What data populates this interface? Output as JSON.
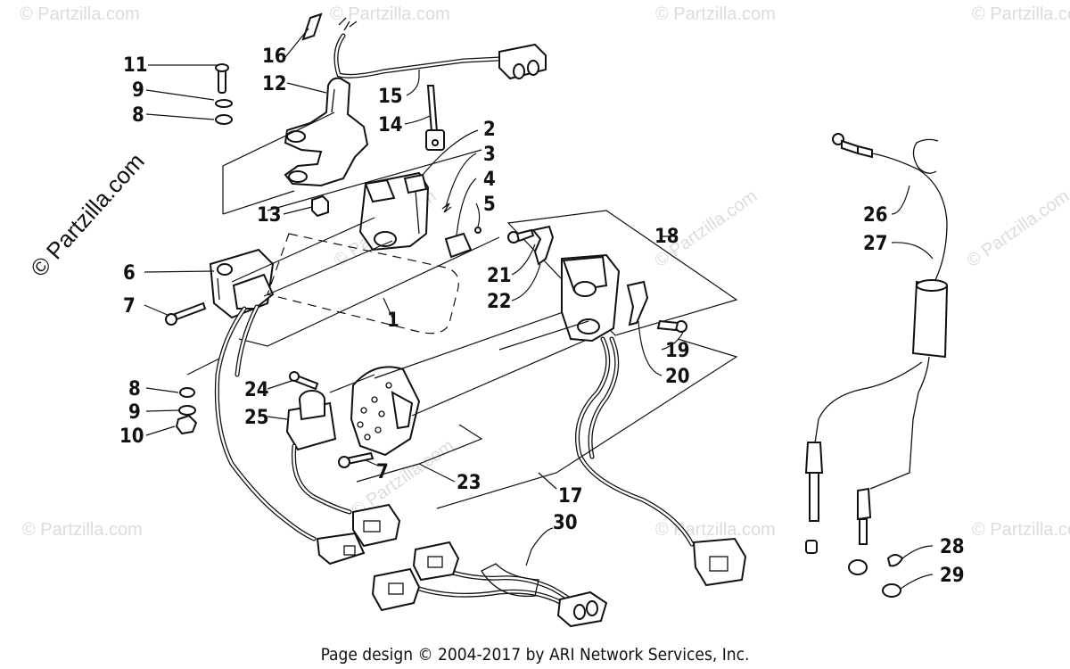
{
  "watermark": {
    "side_text": "© Partzilla.com",
    "tile_text": "© Partzilla.com"
  },
  "callouts": [
    {
      "id": "c11",
      "label": "11"
    },
    {
      "id": "c9a",
      "label": "9"
    },
    {
      "id": "c8a",
      "label": "8"
    },
    {
      "id": "c16",
      "label": "16"
    },
    {
      "id": "c12",
      "label": "12"
    },
    {
      "id": "c15",
      "label": "15"
    },
    {
      "id": "c14",
      "label": "14"
    },
    {
      "id": "c2",
      "label": "2"
    },
    {
      "id": "c3",
      "label": "3"
    },
    {
      "id": "c4",
      "label": "4"
    },
    {
      "id": "c5",
      "label": "5"
    },
    {
      "id": "c13",
      "label": "13"
    },
    {
      "id": "c6",
      "label": "6"
    },
    {
      "id": "c7a",
      "label": "7"
    },
    {
      "id": "c1",
      "label": "1"
    },
    {
      "id": "c18",
      "label": "18"
    },
    {
      "id": "c21",
      "label": "21"
    },
    {
      "id": "c22",
      "label": "22"
    },
    {
      "id": "c19",
      "label": "19"
    },
    {
      "id": "c20",
      "label": "20"
    },
    {
      "id": "c24",
      "label": "24"
    },
    {
      "id": "c25",
      "label": "25"
    },
    {
      "id": "c8b",
      "label": "8"
    },
    {
      "id": "c9b",
      "label": "9"
    },
    {
      "id": "c10",
      "label": "10"
    },
    {
      "id": "c7b",
      "label": "7"
    },
    {
      "id": "c23",
      "label": "23"
    },
    {
      "id": "c17",
      "label": "17"
    },
    {
      "id": "c30",
      "label": "30"
    },
    {
      "id": "c26",
      "label": "26"
    },
    {
      "id": "c27",
      "label": "27"
    },
    {
      "id": "c28",
      "label": "28"
    },
    {
      "id": "c29",
      "label": "29"
    }
  ],
  "footer": {
    "text": "Page design © 2004-2017 by ARI Network Services, Inc."
  }
}
